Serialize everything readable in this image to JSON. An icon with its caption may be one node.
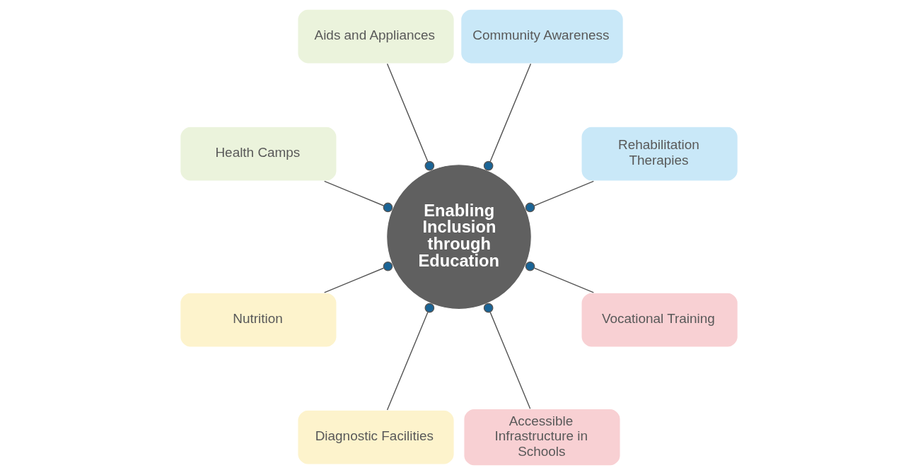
{
  "diagram": {
    "nodes": [
      {
        "text": [
          "Enabling Inclusion through Education"
        ]
      },
      {
        "text": [
          "Rehabilitation Therapies"
        ]
      },
      {
        "text": [
          "Community Awareness"
        ]
      },
      {
        "text": [
          "Aids and Appliances"
        ]
      },
      {
        "text": [
          "Health Camps"
        ]
      },
      {
        "text": [
          "Nutrition"
        ]
      },
      {
        "text": [
          "Diagnostic Facilities"
        ]
      },
      {
        "text": [
          "Accessible Infrastructure in Schools"
        ]
      },
      {
        "text": [
          "Vocational Training"
        ]
      }
    ],
    "edges": [
      {
        "from": 0,
        "to": 1,
        "arrow": "other"
      },
      {
        "from": 0,
        "to": 2,
        "arrow": "other"
      },
      {
        "from": 0,
        "to": 3,
        "arrow": "other"
      },
      {
        "from": 0,
        "to": 4,
        "arrow": "other"
      },
      {
        "from": 0,
        "to": 5,
        "arrow": "other"
      },
      {
        "from": 0,
        "to": 6,
        "arrow": "other"
      },
      {
        "from": 0,
        "to": 7,
        "arrow": "other"
      },
      {
        "from": 0,
        "to": 8,
        "arrow": "other"
      }
    ]
  }
}
